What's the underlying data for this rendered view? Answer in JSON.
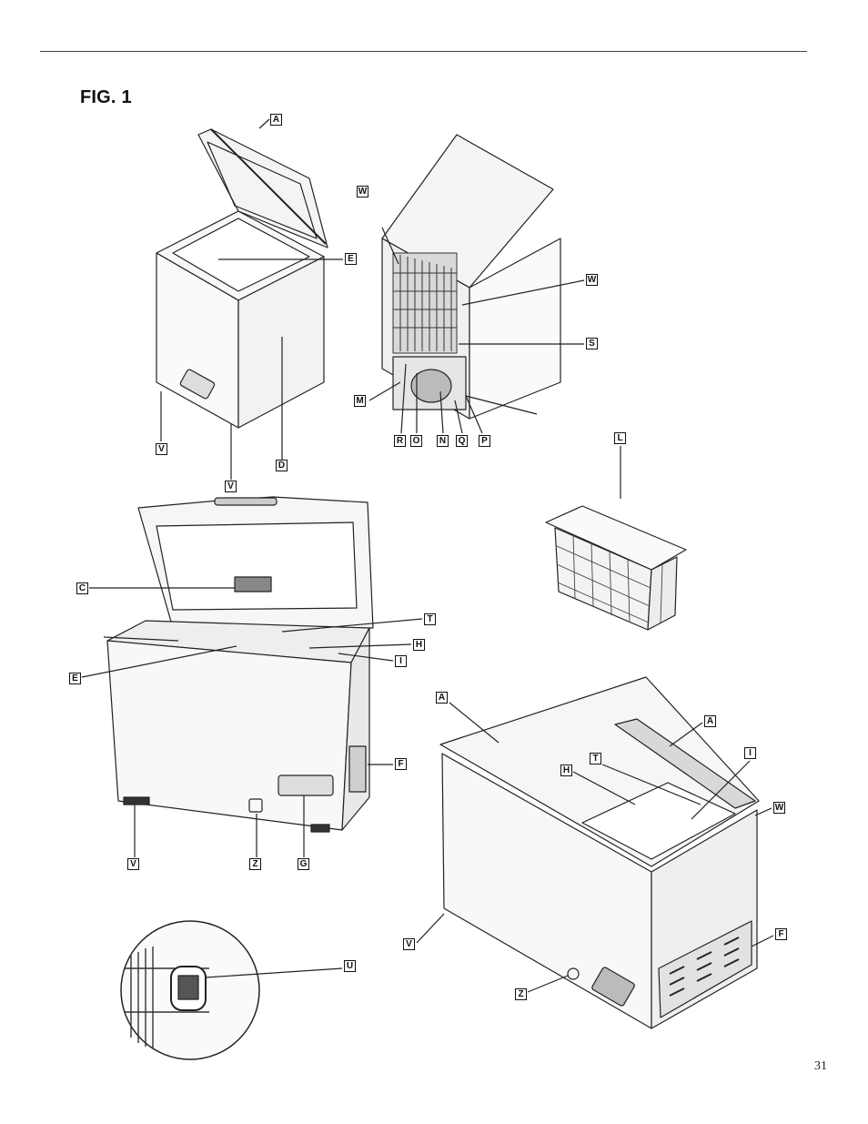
{
  "figure": {
    "title": "FIG. 1"
  },
  "page_number": "31",
  "callouts": {
    "view1": {
      "a": "A",
      "e": "E",
      "d": "D",
      "v1": "V",
      "v2": "V"
    },
    "view2": {
      "w1": "W",
      "w2": "W",
      "s": "S",
      "m": "M",
      "r": "R",
      "o": "O",
      "n": "N",
      "q": "Q",
      "p": "P"
    },
    "basket": {
      "l": "L"
    },
    "view3": {
      "c": "C",
      "t": "T",
      "h": "H",
      "i": "I",
      "e": "E",
      "f": "F",
      "v": "V",
      "z": "Z",
      "g": "G"
    },
    "view4": {
      "a1": "A",
      "a2": "A",
      "t": "T",
      "h": "H",
      "i": "I",
      "w": "W",
      "f": "F",
      "v": "V",
      "z": "Z"
    },
    "detail": {
      "u": "U"
    }
  }
}
